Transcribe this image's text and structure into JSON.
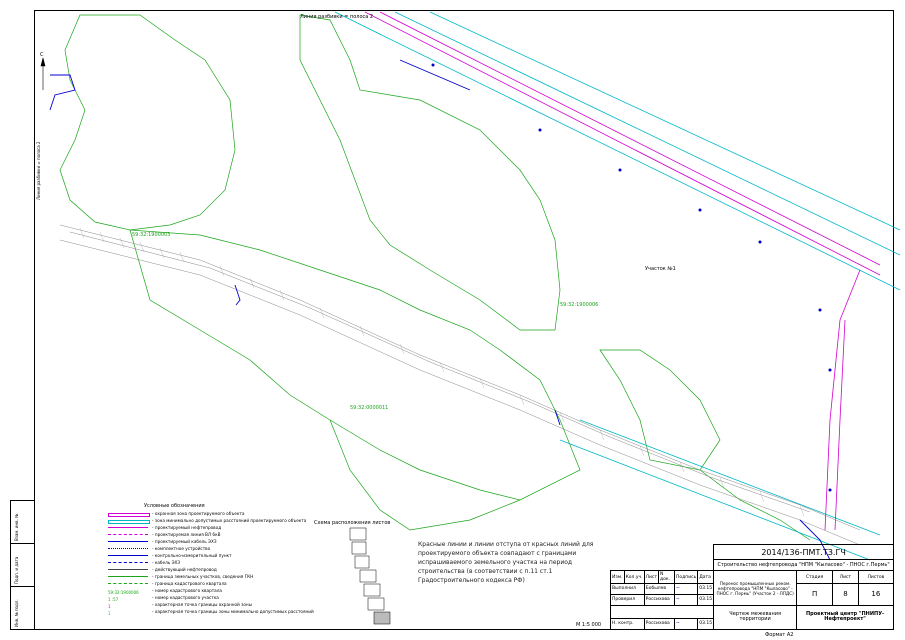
{
  "drawing": {
    "north_label": "С",
    "labels": {
      "top_boundary": "Линия разбивки = полоса 2",
      "left_boundary": "Линия разбивки = полоса 2",
      "cadastral_1": "59:32:1900003",
      "cadastral_2": "59:32:1900006",
      "cadastral_3": "59:32:0000011",
      "section": "Участок №1",
      "scheme_title": "Схема расположения листов",
      "scale": "М 1:5 000"
    }
  },
  "legend": {
    "title": "Условные обозначения",
    "items": [
      "- охранная зона проектируемого объекта",
      "- зона минимально допустимых расстояний проектируемого объекта",
      "- проектируемый нефтепровод",
      "- проектируемая линия ВЛ 6кВ",
      "- проектируемый кабель ЭХЗ",
      "- комплектное устройство",
      "- контрольно-измерительный пункт",
      "- кабель ЭХЗ",
      "- действующий нефтепровод",
      "- граница земельных участков, сведения ГКН",
      "- граница кадастрового квартала",
      "- номер кадастрового квартала",
      "- номер кадастрового участка",
      "- характерная точка границы охранной зоны",
      "- характерная точка границы зоны минимально допустимых расстояний"
    ],
    "codes": [
      "59:32:1900006",
      "1 :57",
      "1",
      "1"
    ]
  },
  "note": {
    "text": "Красные линии и линии отступа от красных линий для проектируемого объекта совпадают с границами испрашиваемого земельного участка на период строительства (в соответствии с п.11 ст.1 Градостроительного кодекса РФ)"
  },
  "stamp": {
    "code": "2014/136-ПМТ.ТЗ.ГЧ",
    "project": "Строительство нефтепровода \"НПМ \"Кыласово\" - ПНОС г.Пермь\"",
    "object": "Перенос промышленных реком. нефтепровода \"НПМ \"Кыласово\" - ПНОС г. Пермь\" (Участок 2 - ЛПДС)",
    "sheet_title": "Чертеж межевания территории",
    "stage_label": "Стадия",
    "sheet_label": "Лист",
    "sheets_label": "Листов",
    "stage": "П",
    "sheet": "8",
    "sheets": "16",
    "company": "Проектный центр \"ПНИПУ-Нефтепроект\"",
    "header": [
      "Изм.",
      "Кол.уч.",
      "Лист",
      "N док.",
      "Подпись",
      "Дата"
    ],
    "rows": [
      {
        "role": "Выполнил",
        "name": "Бобылев",
        "date": "03.15"
      },
      {
        "role": "Проверил",
        "name": "Россихова",
        "date": "03.15"
      },
      {
        "role": "Н. контр.",
        "name": "Россихова",
        "date": "03.15"
      }
    ],
    "format": "Формат А2"
  },
  "side": {
    "labels": [
      "Взам. инв. №",
      "Подп. и дата",
      "Инв. № подл."
    ]
  },
  "colors": {
    "magenta": "#d200d2",
    "cyan": "#00b8c8",
    "green": "#1aa51a",
    "blue": "#0000cc",
    "gray": "#888888"
  }
}
